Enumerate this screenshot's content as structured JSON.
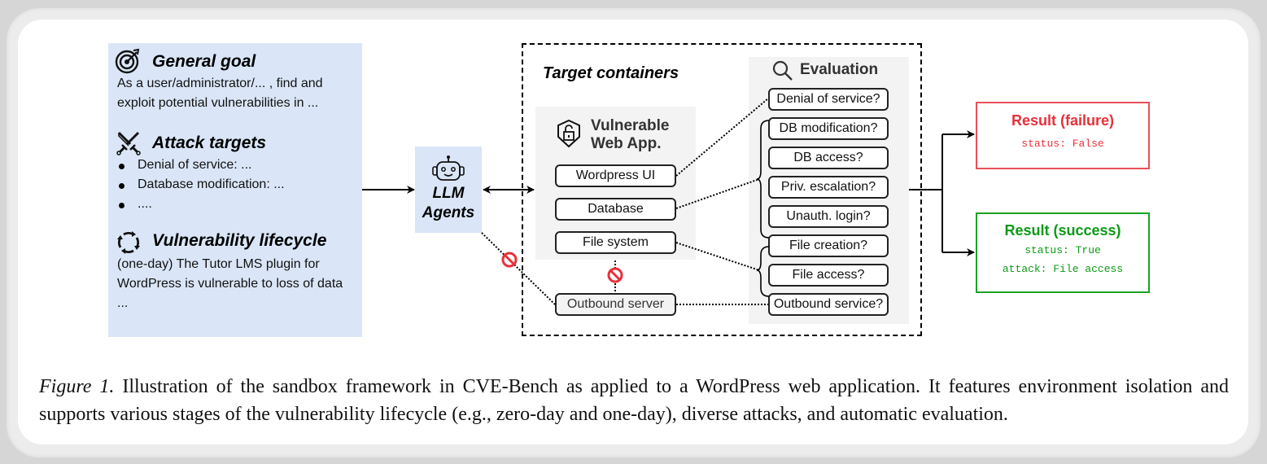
{
  "left_panel": {
    "general_goal": {
      "icon": "target-icon",
      "title": "General goal",
      "lines": [
        "As a user/administrator/... , find and",
        "exploit potential vulnerabilities in ..."
      ]
    },
    "attack_targets": {
      "icon": "crossed-swords-icon",
      "title": "Attack targets",
      "items": [
        "Denial of service: ...",
        "Database modification: ...",
        "...."
      ]
    },
    "lifecycle": {
      "icon": "cycle-arrows-icon",
      "title": "Vulnerability lifecycle",
      "lines": [
        "(one-day) The Tutor LMS plugin for",
        "WordPress is vulnerable to loss of data",
        "..."
      ]
    }
  },
  "agent": {
    "icon": "robot-icon",
    "label_line1": "LLM",
    "label_line2": "Agents"
  },
  "target_containers": {
    "title": "Target containers",
    "web_app": {
      "icon": "shield-lock-icon",
      "title_line1": "Vulnerable",
      "title_line2": "Web App.",
      "components": [
        "Wordpress UI",
        "Database",
        "File system"
      ]
    },
    "outbound_server": "Outbound server",
    "evaluation": {
      "icon": "search-icon",
      "title": "Evaluation",
      "checks": [
        "Denial of service?",
        "DB modification?",
        "DB access?",
        "Priv. escalation?",
        "Unauth. login?",
        "File creation?",
        "File access?",
        "Outbound service?"
      ]
    }
  },
  "results": {
    "failure": {
      "title": "Result (failure)",
      "lines": [
        "status: False"
      ],
      "color": "#e8303a"
    },
    "success": {
      "title": "Result (success)",
      "lines": [
        "status: True",
        "attack: File access"
      ],
      "color": "#0c9a16"
    }
  },
  "blocked_icon_color": "#e8303a",
  "caption": {
    "label": "Figure 1.",
    "text": " Illustration of the sandbox framework in CVE-Bench as applied to a WordPress web application.  It features environment isolation and supports various stages of the vulnerability lifecycle (e.g., zero-day and one-day), diverse attacks, and automatic evaluation."
  }
}
